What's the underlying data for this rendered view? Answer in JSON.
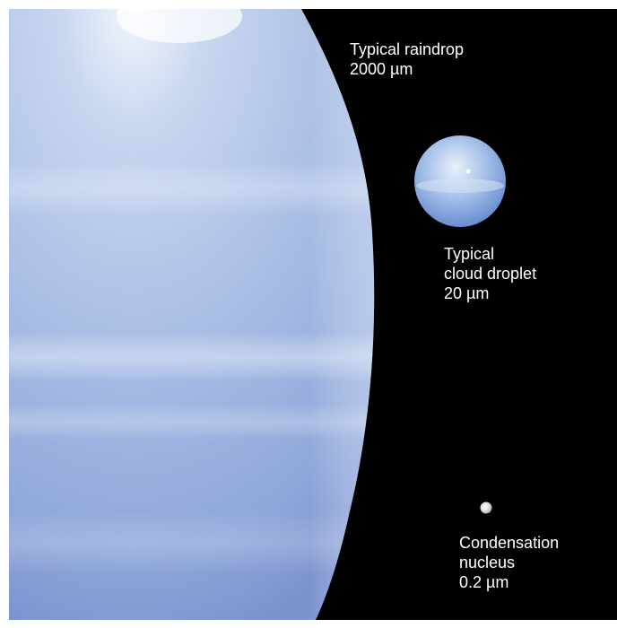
{
  "labels": {
    "raindrop": {
      "name": "Typical raindrop",
      "size": "2000 µm"
    },
    "cloud_droplet": {
      "name_line1": "Typical",
      "name_line2": "cloud droplet",
      "size": "20 µm"
    },
    "condensation_nucleus": {
      "name_line1": "Condensation",
      "name_line2": "nucleus",
      "size": "0.2 µm"
    }
  },
  "colors": {
    "background": "#000000",
    "drop_light": "#dfe9f6",
    "drop_mid": "#a9bfe3",
    "drop_dark": "#7f97d4",
    "label_text": "#ffffff"
  }
}
